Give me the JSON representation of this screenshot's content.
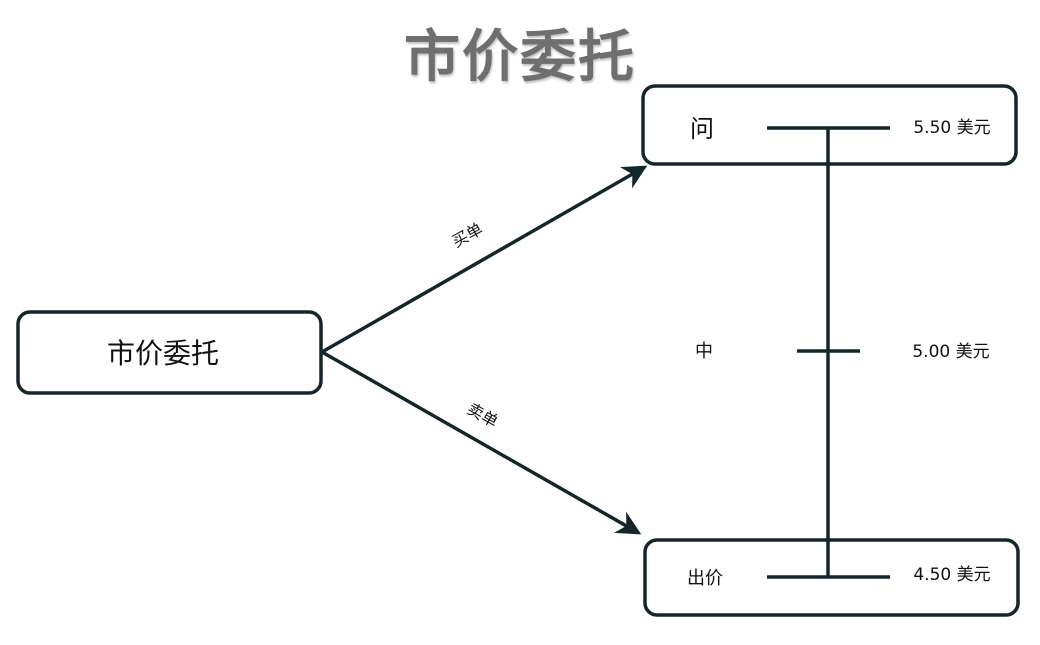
{
  "title": "市价委托",
  "nodes": {
    "market_order": "市价委托",
    "ask": "问",
    "mid": "中",
    "bid": "出价"
  },
  "edges": {
    "buy": "买单",
    "sell": "卖单"
  },
  "prices": {
    "ask": "5.50 美元",
    "mid": "5.00 美元",
    "bid": "4.50 美元"
  },
  "colors": {
    "stroke": "#14262c",
    "title": "#6f6f6f"
  }
}
